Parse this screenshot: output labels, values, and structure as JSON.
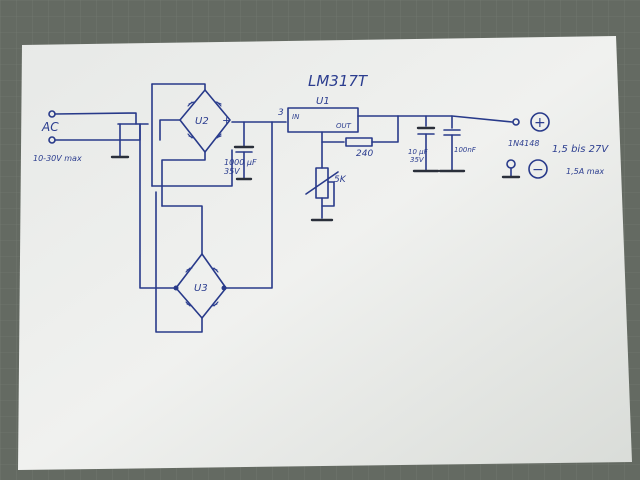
{
  "labels": {
    "title": "LM317T",
    "regulator": "U1",
    "pin_in": "IN",
    "pin_out": "OUT",
    "pin_num": "3",
    "ac": "AC",
    "ac_range": "10-30V max",
    "bridge1": "U2",
    "bridge1_plus": "+",
    "bridge2": "U3",
    "cap_main": "1000 µF",
    "cap_main_v": "35V",
    "resistor": "240",
    "trimmer": "5K",
    "cap_out": "10 µF",
    "cap_out_v": "35V",
    "cap_ceramic": "100nF",
    "out_node": "1N4148",
    "out_range": "1,5 bis 27V",
    "out_current": "1,5A max",
    "plus_sign": "+",
    "minus_sign": "−"
  },
  "colors": {
    "ink": "#283a8a",
    "paper": "#eceeec",
    "background": "#5f655e"
  }
}
